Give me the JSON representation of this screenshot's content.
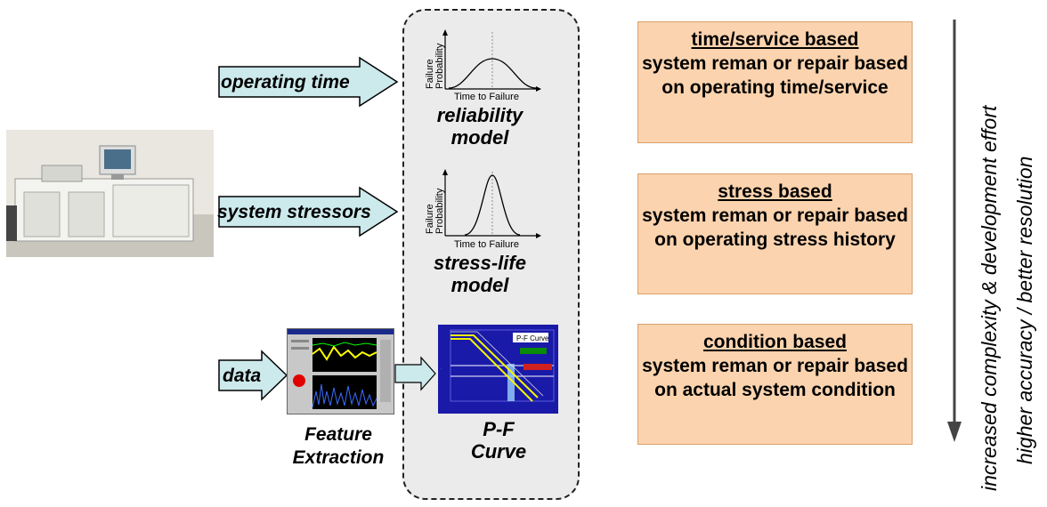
{
  "inputs": {
    "operating_time": "operating time",
    "system_stressors": "system stressors",
    "data": "data"
  },
  "models": {
    "reliability": {
      "line1": "reliability",
      "line2": "model",
      "y_axis": "Failure\nProbability",
      "x_axis": "Time to Failure"
    },
    "stress_life": {
      "line1": "stress-life",
      "line2": "model",
      "y_axis": "Failure\nProbability",
      "x_axis": "Time to Failure"
    },
    "pf_curve": {
      "line1": "P-F",
      "line2": "Curve",
      "chart_title": "P-F Curve"
    }
  },
  "feature_extraction": {
    "line1": "Feature",
    "line2": "Extraction"
  },
  "boxes": [
    {
      "head": "time/service based",
      "body": "system reman or repair based on operating time/service"
    },
    {
      "head": "stress based",
      "body": "system reman or repair based on operating stress history"
    },
    {
      "head": "condition based",
      "body": "system reman or repair based on actual system condition"
    }
  ],
  "side_text": {
    "left": "increased complexity & development effort",
    "right": "higher accuracy / better resolution"
  },
  "colors": {
    "arrow_fill": "#cce9ec",
    "box_fill": "#fbd3ae",
    "panel_fill": "#ebebeb",
    "pf_background": "#1a1aa8",
    "pf_curve": "#f5f500"
  }
}
